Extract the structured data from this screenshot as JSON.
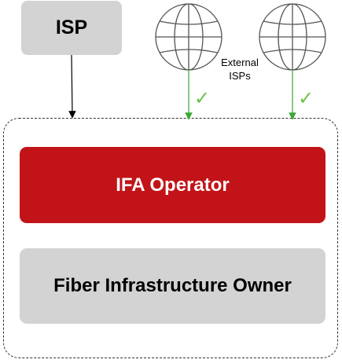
{
  "isp": {
    "label": "ISP"
  },
  "external": {
    "line1": "External",
    "line2": "ISPs"
  },
  "operator": {
    "label": "IFA Operator"
  },
  "owner": {
    "label": "Fiber Infrastructure Owner"
  },
  "checks": {
    "mark": "✓"
  },
  "colors": {
    "operator_fill": "#c21418",
    "box_fill": "#d3d3d3",
    "check_green": "#6cc24a",
    "arrow_green": "#3aa832"
  },
  "icons": [
    "globe-icon",
    "globe-icon"
  ]
}
